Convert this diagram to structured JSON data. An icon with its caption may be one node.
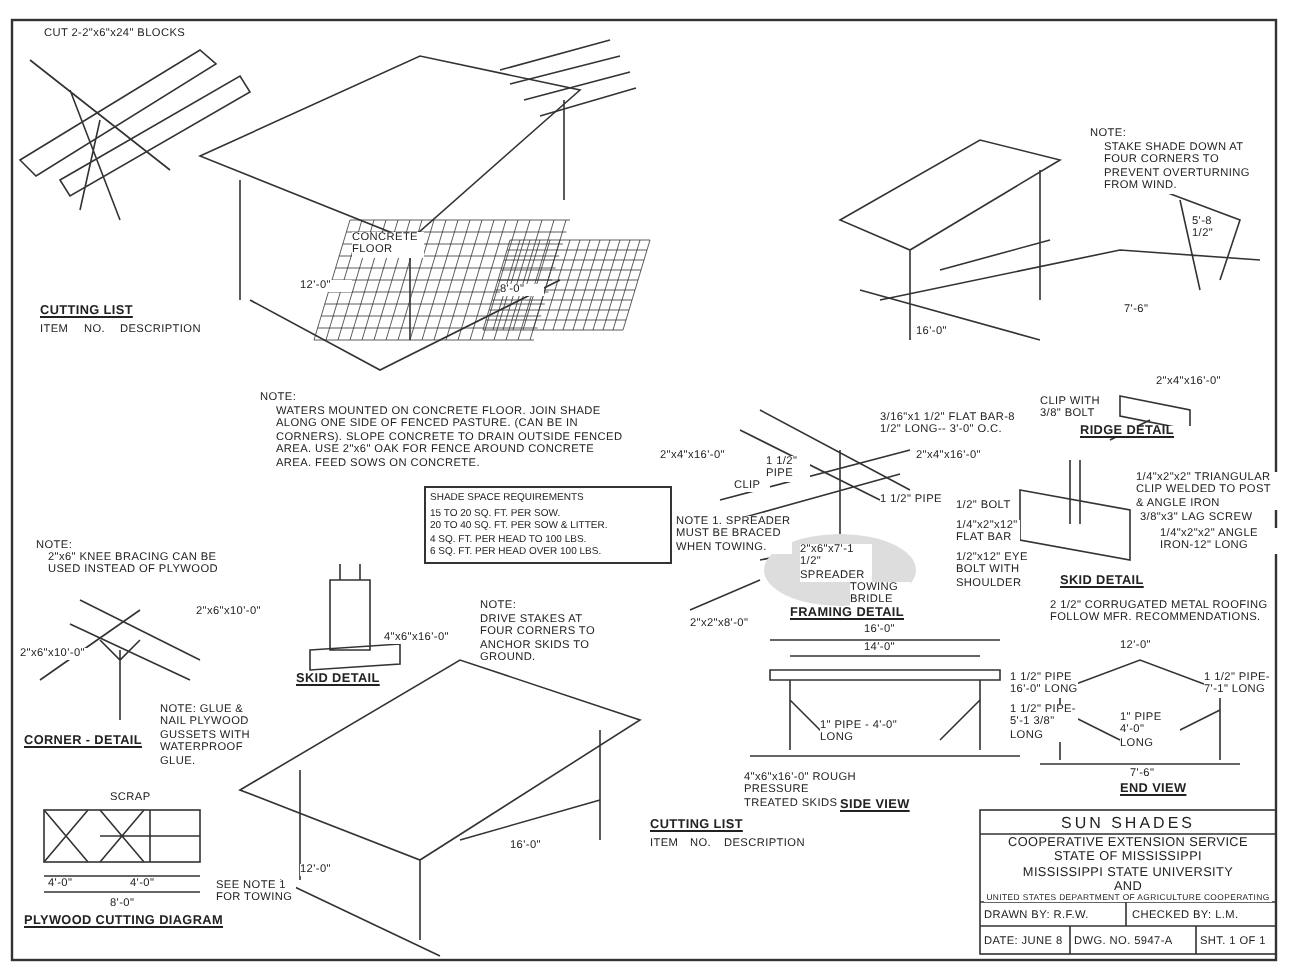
{
  "diagram": {
    "title": "SUN SHADES",
    "nodes": [
      {
        "text": [
          "SHADE SPACE REQUIREMENTS",
          "15 TO 20 SQ. FT. PER SOW.",
          "20 TO 40 SQ. FT. PER SOW & LITTER.",
          "4 SQ. FT. PER HEAD TO 100 LBS.",
          "6 SQ. FT. PER HEAD OVER 100 LBS."
        ]
      }
    ],
    "labels": [
      "CUT 2-2\"x6\"x24\" BLOCKS",
      "CONCRETE FLOOR",
      "12'-0\"",
      "8'-0\"",
      "CUTTING LIST",
      "ITEM",
      "NO.",
      "DESCRIPTION",
      "NOTE:",
      "WATERS MOUNTED ON CONCRETE FLOOR. JOIN SHADE ALONG ONE SIDE OF FENCED PASTURE. (CAN BE IN CORNERS). SLOPE CONCRETE TO DRAIN OUTSIDE FENCED AREA. USE 2\"x6\" OAK FOR FENCE AROUND CONCRETE AREA. FEED SOWS ON CONCRETE.",
      "NOTE:",
      "STAKE SHADE DOWN AT FOUR CORNERS TO PREVENT OVERTURNING FROM WIND.",
      "16'-0\"",
      "7'-6\"",
      "5'-8 1/2\"",
      "2\"x4\"x16'-0\"",
      "CLIP WITH 3/8\" BOLT",
      "RIDGE DETAIL",
      "2\"x4\"x16'-0\"",
      "1 1/2\" PIPE",
      "3/16\"x1 1/2\" FLAT BAR-8 1/2\" LONG-- 3'-0\" O.C.",
      "2\"x4\"x16'-0\"",
      "CLIP",
      "1 1/2\" PIPE",
      "2\"x6\"x7'-1 1/2\" SPREADER",
      "TOWING BRIDLE",
      "2\"x2\"x8'-0\"",
      "FRAMING DETAIL",
      "NOTE 1. SPREADER MUST BE BRACED WHEN TOWING.",
      "1/4\"x2\"x2\" TRIANGULAR CLIP WELDED TO POST & ANGLE IRON",
      "3/8\"x3\" LAG SCREW",
      "1/4\"x2\"x2\" ANGLE IRON-12\" LONG",
      "1/2\" BOLT",
      "1/4\"x2\"x12\" FLAT BAR",
      "1/2\"x12\" EYE BOLT WITH SHOULDER",
      "SKID DETAIL",
      "2 1/2\" CORRUGATED METAL ROOFING FOLLOW MFR. RECOMMENDATIONS.",
      "12'-0\"",
      "1 1/2\" PIPE- 7'-1\" LONG",
      "1\" PIPE 4'-0\" LONG",
      "7'-6\"",
      "END VIEW",
      "16'-0\"",
      "14'-0\"",
      "1\" PIPE - 4'-0\" LONG",
      "1 1/2\" PIPE 16'-0\" LONG",
      "1 1/2\" PIPE- 5'-1 3/8\" LONG",
      "4\"x6\"x16'-0\" ROUGH PRESSURE TREATED SKIDS",
      "SIDE VIEW",
      "CUTTING LIST",
      "ITEM",
      "NO.",
      "DESCRIPTION",
      "NOTE:",
      "2\"x6\" KNEE BRACING CAN BE USED INSTEAD OF PLYWOOD",
      "2\"x6\"x10'-0\"",
      "2\"x6\"x10'-0\"",
      "CORNER - DETAIL",
      "NOTE: GLUE & NAIL PLYWOOD GUSSETS WITH WATERPROOF GLUE.",
      "SCRAP",
      "4'-0\"",
      "4'-0\"",
      "8'-0\"",
      "PLYWOOD CUTTING DIAGRAM",
      "SEE NOTE 1 FOR TOWING",
      "SKID DETAIL",
      "4\"x6\"x16'-0\"",
      "NOTE:",
      "DRIVE STAKES AT FOUR CORNERS TO ANCHOR SKIDS TO GROUND.",
      "12'-0\"",
      "16'-0\"",
      "COOPERATIVE EXTENSION SERVICE",
      "STATE OF MISSISSIPPI",
      "MISSISSIPPI STATE UNIVERSITY",
      "AND",
      "UNITED STATES DEPARTMENT OF AGRICULTURE COOPERATING",
      "DRAWN BY: R.F.W.",
      "CHECKED BY: L.M.",
      "DATE: JUNE 8",
      "DWG. NO. 5947-A",
      "SHT. 1 OF 1"
    ]
  }
}
